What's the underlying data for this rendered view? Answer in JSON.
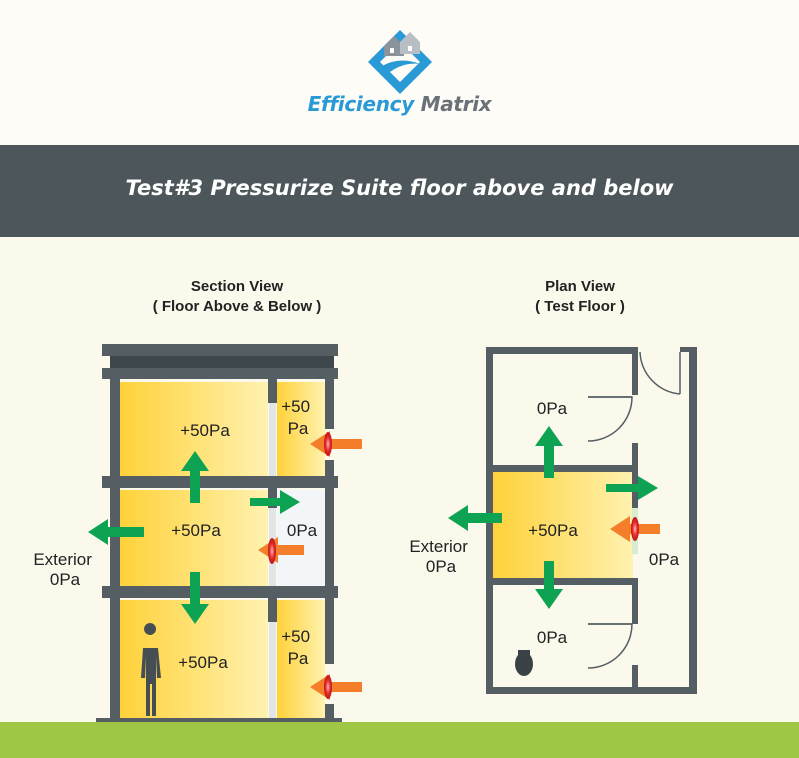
{
  "brand": {
    "name_part1": "Efficiency",
    "name_part2": " Matrix",
    "colors": {
      "blue": "#2a9ad6",
      "gray": "#6a7178"
    }
  },
  "title": "Test#3 Pressurize Suite floor above and below",
  "section_view": {
    "heading_line1": "Section View",
    "heading_line2": "( Floor Above & Below )",
    "suite_top": "+50Pa",
    "side_top_line1": "+50",
    "side_top_line2": "Pa",
    "suite_middle": "+50Pa",
    "side_middle": "0Pa",
    "suite_bottom": "+50Pa",
    "side_bottom_line1": "+50",
    "side_bottom_line2": "Pa",
    "exterior_line1": "Exterior",
    "exterior_line2": "0Pa"
  },
  "plan_view": {
    "heading_line1": "Plan View",
    "heading_line2": "( Test Floor )",
    "room_top": "0Pa",
    "room_center": "+50Pa",
    "room_bottom": "0Pa",
    "corridor": "0Pa",
    "exterior_line1": "Exterior",
    "exterior_line2": "0Pa"
  },
  "colors": {
    "wall": "#545e63",
    "suite_fill": "#ffd84a",
    "green_arrow": "#0ea352",
    "orange_arrow": "#f47e2a",
    "leak": "#e02828",
    "ground": "#9fc745",
    "title_bar": "#4c565b"
  }
}
